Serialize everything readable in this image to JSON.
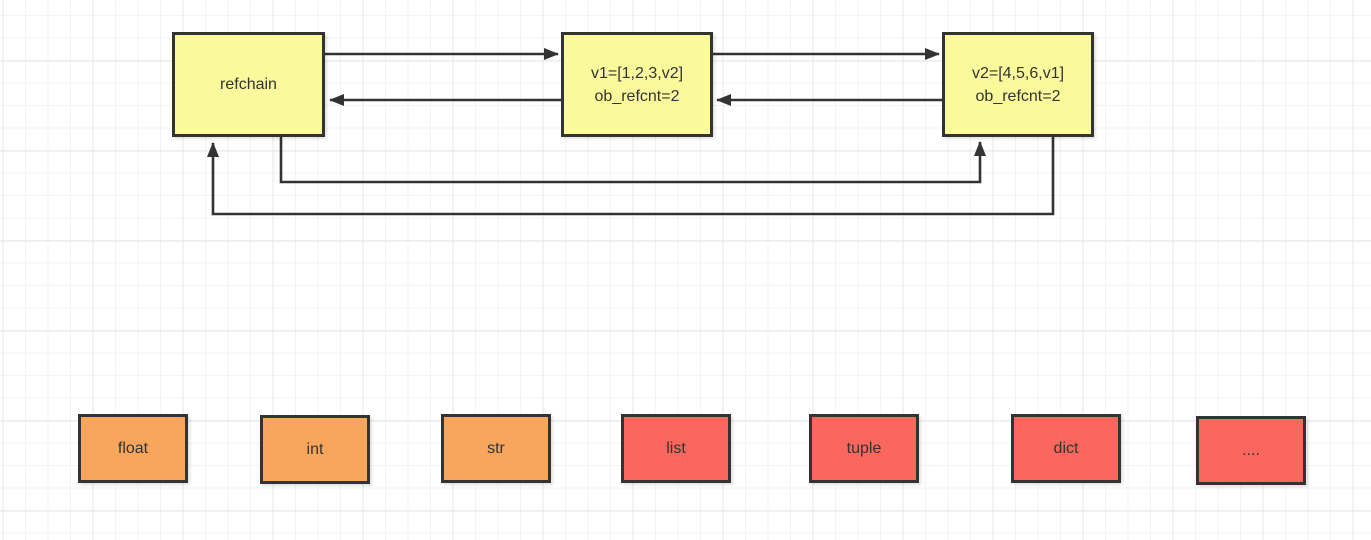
{
  "colors": {
    "stroke": "#333333",
    "text": "#333333",
    "node_yellow": "#FAFA9D",
    "node_orange": "#F7A65C",
    "node_red": "#F9675F",
    "grid_minor": "#F3F3F5",
    "grid_major": "#E7E7EA",
    "canvas_bg": "#FFFFFF"
  },
  "nodes": {
    "refchain": {
      "label": "refchain"
    },
    "v1": {
      "line1": "v1=[1,2,3,v2]",
      "line2": "ob_refcnt=2"
    },
    "v2": {
      "line1": "v2=[4,5,6,v1]",
      "line2": "ob_refcnt=2"
    }
  },
  "types": [
    {
      "label": "float"
    },
    {
      "label": "int"
    },
    {
      "label": "str"
    },
    {
      "label": "list"
    },
    {
      "label": "tuple"
    },
    {
      "label": "dict"
    },
    {
      "label": "...."
    }
  ]
}
